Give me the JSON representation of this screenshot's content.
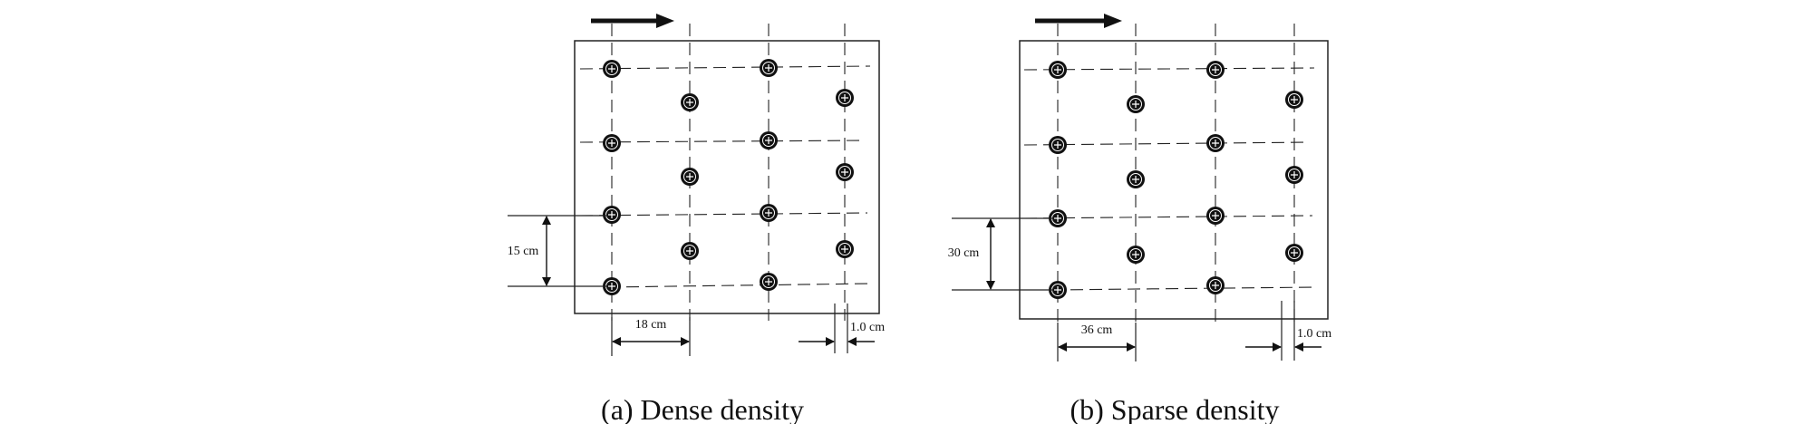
{
  "panels": [
    {
      "id": "a",
      "caption": "(a) Dense density",
      "row_spacing_label": "15 cm",
      "col_spacing_label": "18 cm",
      "diameter_label": "1.0 cm"
    },
    {
      "id": "b",
      "caption": "(b) Sparse density",
      "row_spacing_label": "30 cm",
      "col_spacing_label": "36 cm",
      "diameter_label": "1.0 cm"
    }
  ],
  "icons": {
    "flow_arrow": "flow-direction-arrow-icon",
    "plant_marker": "plant-stem-marker-icon"
  },
  "colors": {
    "line": "#222222",
    "marker": "#111111",
    "background": "#ffffff"
  }
}
